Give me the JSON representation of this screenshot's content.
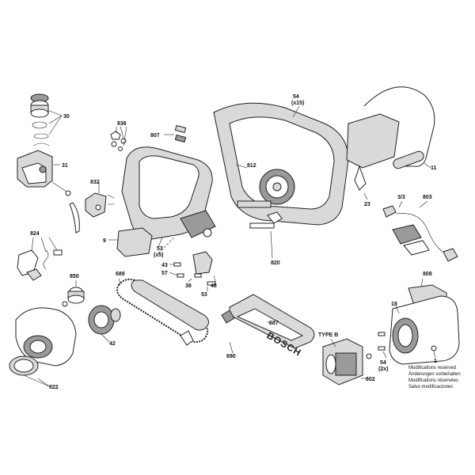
{
  "labels": {
    "p30": "30",
    "p31": "31",
    "p836": "836",
    "p807": "807",
    "p832": "832",
    "p812": "812",
    "p54a": "54",
    "p54a_qty": "(x15)",
    "p11": "11",
    "p23": "23",
    "p33": "3/3",
    "p803": "803",
    "p824": "824",
    "p9": "9",
    "p53a": "53",
    "p53a_qty": "(x5)",
    "p820": "820",
    "p850": "850",
    "p689": "689",
    "p43": "43",
    "p57": "57",
    "p38": "38",
    "p48": "48",
    "p53b": "53",
    "p808": "808",
    "p18": "18",
    "p42": "42",
    "p687": "687",
    "p690": "690",
    "p822": "822",
    "typeB": "TYPE B",
    "p802": "802",
    "p54b": "54",
    "p54b_qty": "(2x)",
    "p1": "1"
  },
  "brand_text": "BOSCH",
  "modifications": [
    "Modifications reserved",
    "Änderungen vorbehalten",
    "Modifications réservées",
    "Salvo modificaciones"
  ],
  "colors": {
    "ink": "#222222",
    "fill_light": "#d9d9d9",
    "fill_dark": "#9a9a9a",
    "background": "#ffffff"
  }
}
